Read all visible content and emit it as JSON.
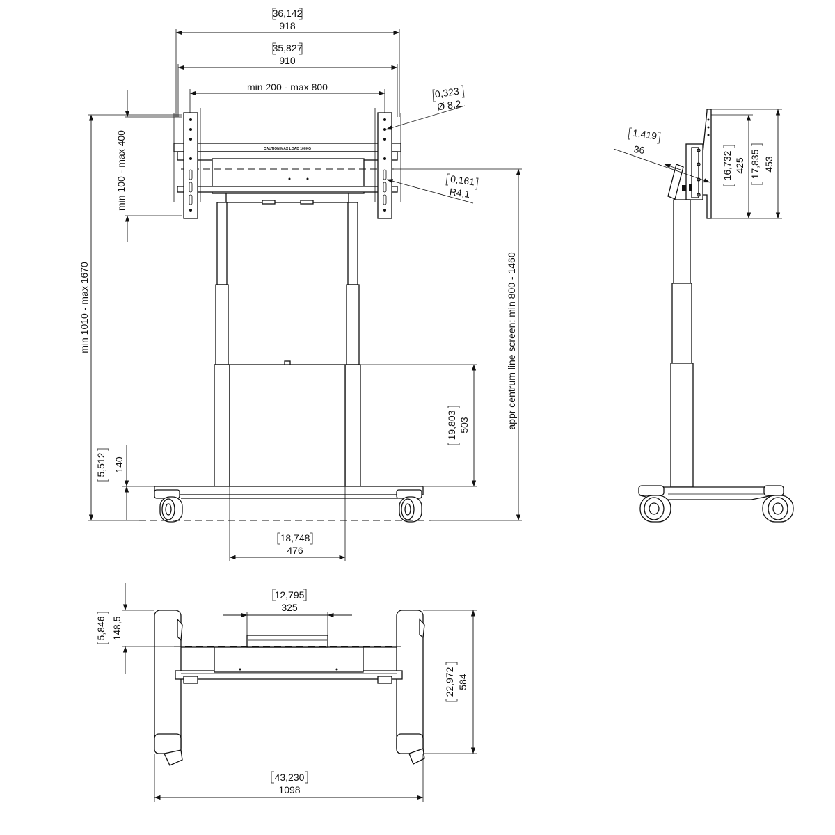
{
  "front_view": {
    "width_outer": {
      "inch": "36,142",
      "mm": "918"
    },
    "width_inner": {
      "inch": "35,827",
      "mm": "910"
    },
    "vesa_horizontal": "min 200 - max 800",
    "vesa_vertical": "min 100 - max 400",
    "hole_diameter": {
      "inch": "0,323",
      "mm": "Ø 8,2"
    },
    "slot_radius": {
      "inch": "0,161",
      "mm": "R4,1"
    },
    "total_height": "min 1010 - max 1670",
    "centre_line": "appr centrum line screen: min 800 - 1460",
    "cabinet_height": {
      "inch": "19,803",
      "mm": "503"
    },
    "ground_clearance": {
      "inch": "5,512",
      "mm": "140"
    },
    "cabinet_width": {
      "inch": "18,748",
      "mm": "476"
    },
    "load_label": "CAUTION MAX LOAD 100KG"
  },
  "side_view": {
    "tilt_angle": {
      "inch": "1,419",
      "mm": "36"
    },
    "bracket_height_inner": {
      "inch": "16,732",
      "mm": "425"
    },
    "bracket_height_outer": {
      "inch": "17,835",
      "mm": "453"
    }
  },
  "top_view": {
    "frame_width": {
      "inch": "12,795",
      "mm": "325"
    },
    "offset": {
      "inch": "5,846",
      "mm": "148,5"
    },
    "depth": {
      "inch": "22,972",
      "mm": "584"
    },
    "base_width": {
      "inch": "43,230",
      "mm": "1098"
    }
  }
}
